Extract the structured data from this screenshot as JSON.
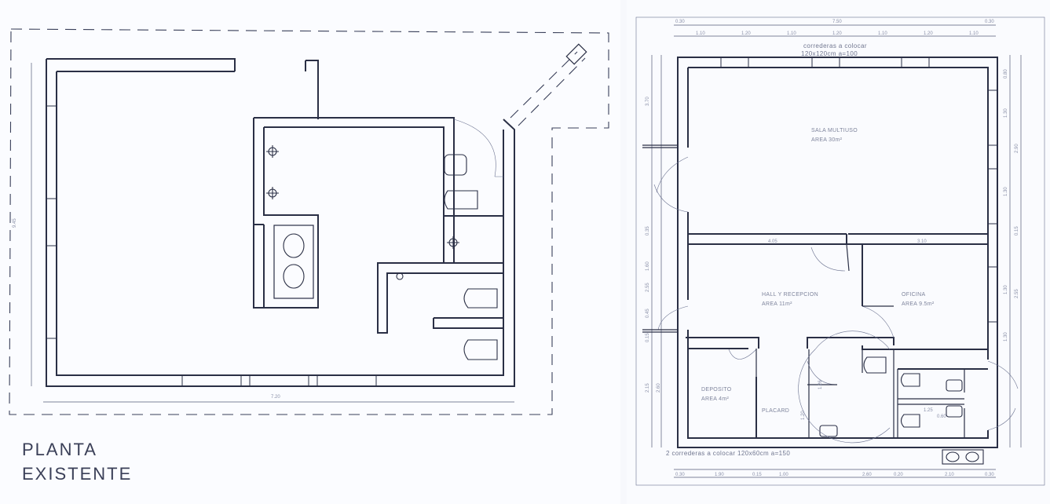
{
  "left_plan": {
    "title_line1": "PLANTA",
    "title_line2": "EXISTENTE",
    "dim_height": "9.45",
    "dim_width": "7.20"
  },
  "right_plan": {
    "note_top_line1": "correderas a colocar",
    "note_top_line2": "120x120cm  a=100",
    "note_bottom": "2 correderas a colocar  120x60cm  a=150",
    "rooms": [
      {
        "name": "SALA MULTIUSO",
        "area": "AREA 30m²"
      },
      {
        "name": "HALL Y RECEPCION",
        "area": "AREA 11m²"
      },
      {
        "name": "OFICINA",
        "area": "AREA 9.5m²"
      },
      {
        "name": "DEPOSITO",
        "area": "AREA 4m²"
      },
      {
        "name": "PLACARD",
        "area": ""
      }
    ],
    "dims_top": [
      "0.30",
      "7.50",
      "0.30"
    ],
    "dims_top_sub": [
      "1.10",
      "1.20",
      "1.10",
      "1.20",
      "1.10",
      "1.20",
      "1.10"
    ],
    "dims_bottom": [
      "0.30",
      "1.90",
      "0.15",
      "1.00",
      "2.60",
      "0.20",
      "2.10",
      "0.30"
    ],
    "dims_left": [
      "3.70",
      "0.35",
      "1.60",
      "2.55",
      "0.45",
      "0.15",
      "2.15",
      "2.60"
    ],
    "dims_right": [
      "0.80",
      "1.30",
      "2.90",
      "1.30",
      "0.15",
      "1.30",
      "2.55",
      "1.30"
    ],
    "dims_inner": [
      "4.05",
      "3.10",
      "1.26",
      "1.25",
      "0.60",
      "1.20"
    ]
  }
}
